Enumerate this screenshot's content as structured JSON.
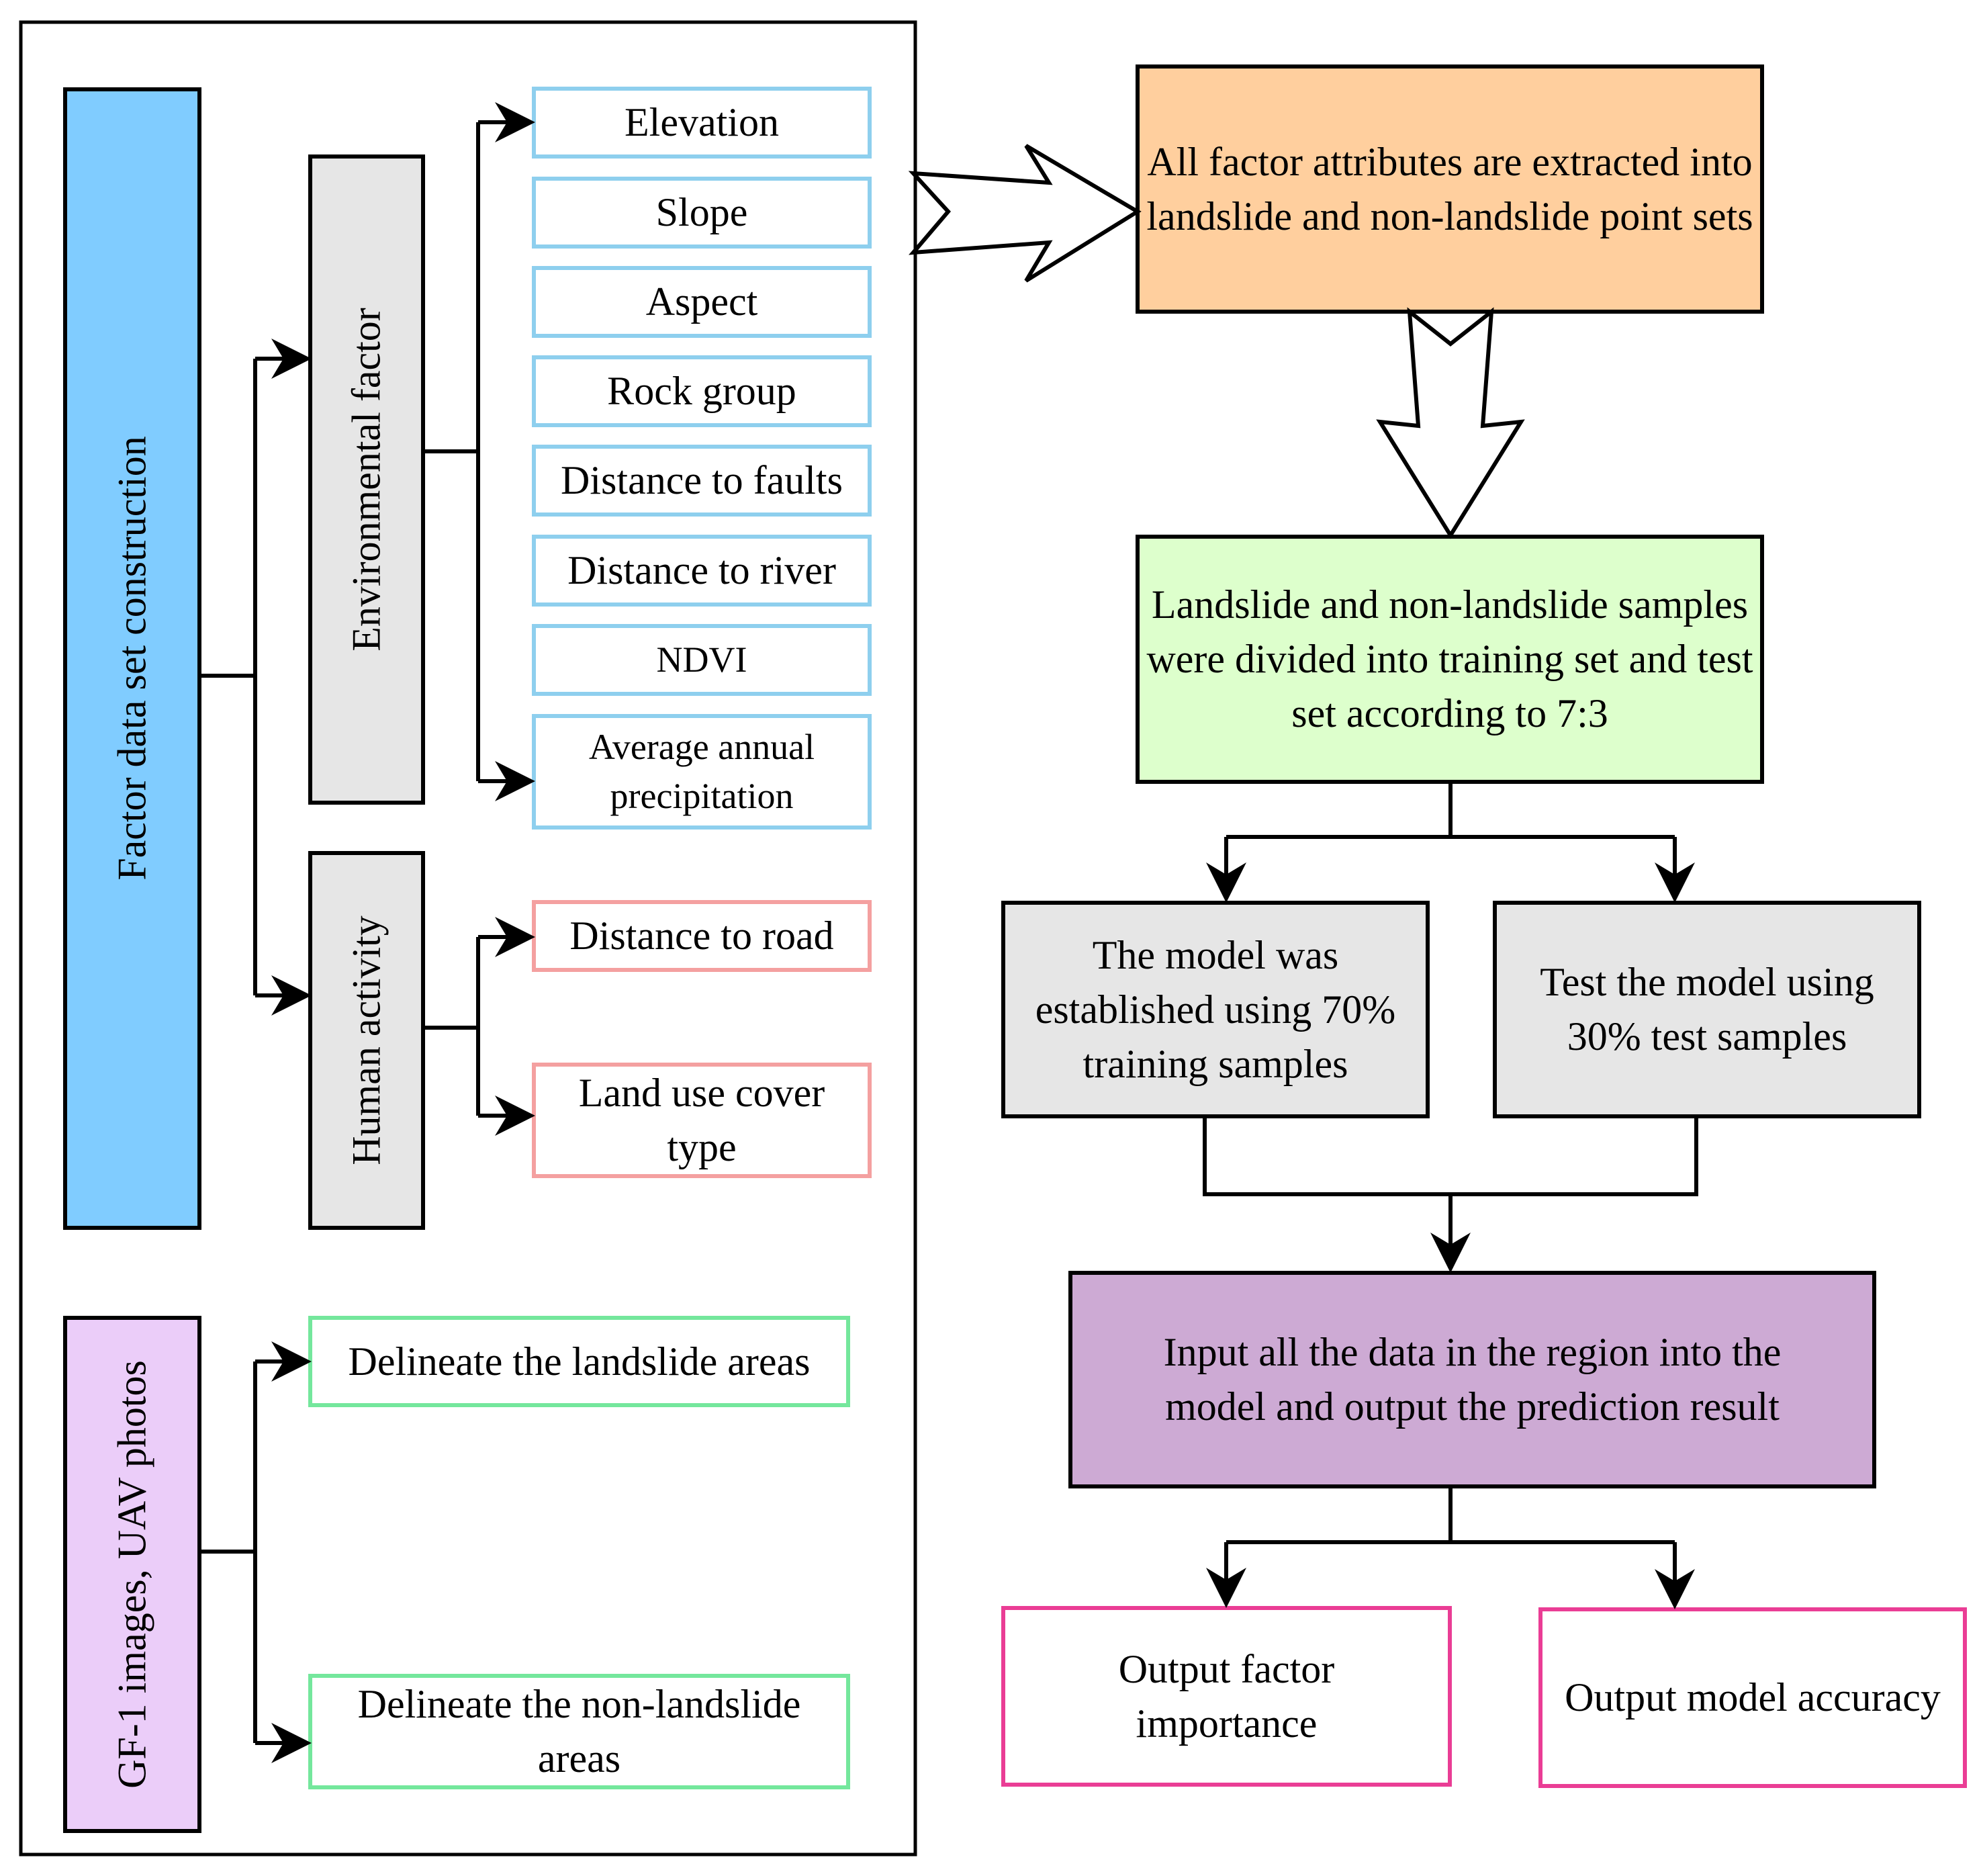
{
  "factor_panel": {
    "main_label": "Factor data set construction",
    "environmental": {
      "label": "Environmental factor",
      "items": [
        "Elevation",
        "Slope",
        "Aspect",
        "Rock group",
        "Distance to faults",
        "Distance to river",
        "NDVI",
        "Average annual precipitation"
      ]
    },
    "human": {
      "label": "Human activity",
      "items": [
        "Distance to road",
        "Land use cover type"
      ]
    }
  },
  "sample_panel": {
    "main_label": "GF-1 images, UAV photos",
    "items": [
      "Delineate the landslide areas",
      "Delineate the non-landslide areas"
    ]
  },
  "workflow": {
    "extract": "All factor attributes are extracted into landslide and non-landslide point sets",
    "split": "Landslide and non-landslide samples were divided into training set and test set according to 7:3",
    "train": "The model was established using 70% training samples",
    "test": "Test the model using 30% test samples",
    "predict": "Input all the data in the region into the model and output the prediction result",
    "importance": "Output factor importance",
    "accuracy": "Output model accuracy"
  },
  "colors": {
    "main_blue": "#80ccff",
    "gray": "#e6e6e6",
    "env_border": "#8ecfee",
    "human_border": "#f4a0a0",
    "purple_light": "#ebcdf9",
    "green_border": "#74e79c",
    "orange": "#ffcf9e",
    "green_fill": "#ddffcc",
    "purple_dark": "#cdaad4",
    "magenta": "#ea3d95"
  }
}
